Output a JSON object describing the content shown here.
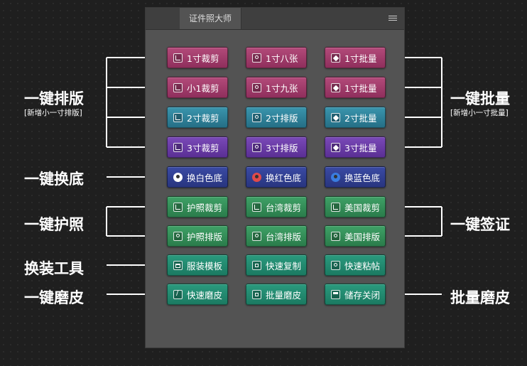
{
  "panel": {
    "tab_title": "证件照大师",
    "menu_icon": "hamburger-menu-icon"
  },
  "colors": {
    "pink": "#a23e6d",
    "teal": "#2f86a0",
    "purple": "#6a3fa8",
    "navy": "#333f96",
    "green": "#359159",
    "emerald": "#228d72",
    "panel": "#535353"
  },
  "buttons": [
    {
      "label": "1寸裁剪",
      "icon": "crop-icon"
    },
    {
      "label": "1寸八张",
      "icon": "people-icon"
    },
    {
      "label": "1寸批量",
      "icon": "layers-icon"
    },
    {
      "label": "小1裁剪",
      "icon": "crop-icon"
    },
    {
      "label": "1寸九张",
      "icon": "people-icon"
    },
    {
      "label": "1寸批量",
      "icon": "layers-icon"
    },
    {
      "label": "2寸裁剪",
      "icon": "crop-icon"
    },
    {
      "label": "2寸排版",
      "icon": "people-icon"
    },
    {
      "label": "2寸批量",
      "icon": "layers-icon"
    },
    {
      "label": "3寸裁剪",
      "icon": "crop-icon"
    },
    {
      "label": "3寸排版",
      "icon": "people-icon"
    },
    {
      "label": "3寸批量",
      "icon": "layers-icon"
    },
    {
      "label": "换白色底",
      "icon": "portrait-circle-icon"
    },
    {
      "label": "换红色底",
      "icon": "portrait-circle-icon"
    },
    {
      "label": "换蓝色底",
      "icon": "portrait-circle-icon"
    },
    {
      "label": "护照裁剪",
      "icon": "crop-icon"
    },
    {
      "label": "台湾裁剪",
      "icon": "crop-icon"
    },
    {
      "label": "美国裁剪",
      "icon": "crop-icon"
    },
    {
      "label": "护照排版",
      "icon": "people-icon"
    },
    {
      "label": "台湾排版",
      "icon": "people-icon"
    },
    {
      "label": "美国排版",
      "icon": "people-icon"
    },
    {
      "label": "服装模板",
      "icon": "shirt-icon"
    },
    {
      "label": "快速复制",
      "icon": "copy-icon"
    },
    {
      "label": "快速粘帖",
      "icon": "people-icon"
    },
    {
      "label": "快速磨皮",
      "icon": "brush-icon"
    },
    {
      "label": "批量磨皮",
      "icon": "copy-icon"
    },
    {
      "label": "储存关闭",
      "icon": "save-icon"
    }
  ],
  "annotations": {
    "left": [
      {
        "title": "一键排版",
        "subtitle": "[新增小一寸排版]"
      },
      {
        "title": "一键换底"
      },
      {
        "title": "一键护照"
      },
      {
        "title": "换装工具"
      },
      {
        "title": "一键磨皮"
      }
    ],
    "right": [
      {
        "title": "一键批量",
        "subtitle": "[新增小一寸批量]"
      },
      {
        "title": "一键签证"
      },
      {
        "title": "批量磨皮"
      }
    ]
  }
}
